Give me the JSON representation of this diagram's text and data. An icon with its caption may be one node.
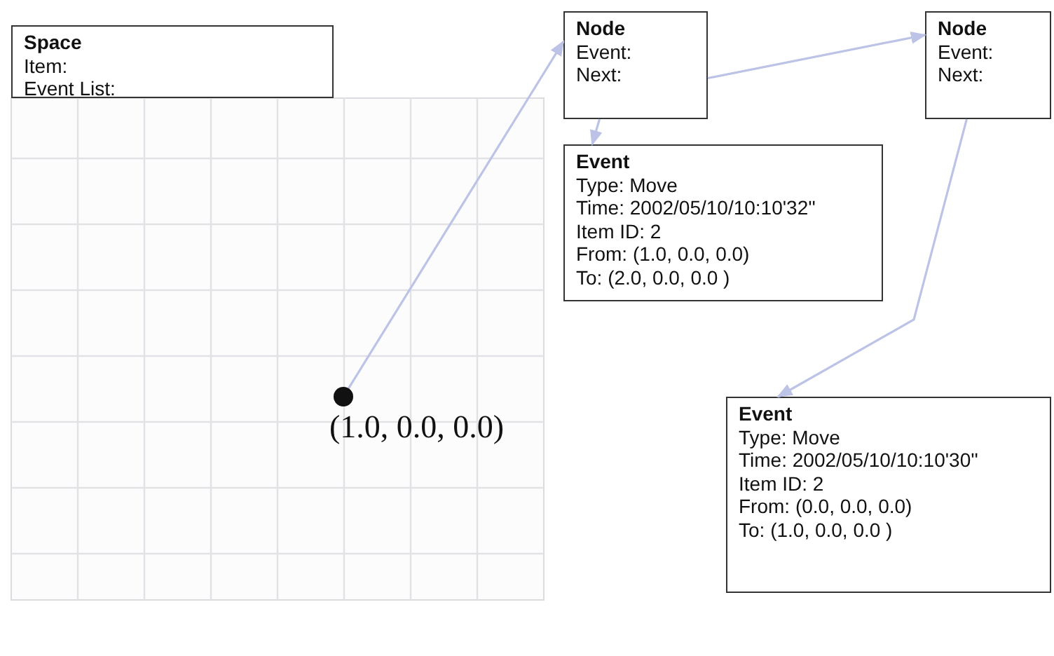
{
  "diagram": {
    "nodes": [
      {
        "text": [
          "Space",
          "Item:",
          "Event List:"
        ]
      },
      {
        "text": [],
        "shape": "circle",
        "beside": [
          "(1.0, 0.0, 0.0)"
        ]
      },
      {
        "text": [
          "Node",
          "Event:",
          "Next:"
        ]
      },
      {
        "text": [
          "Node",
          "Event:",
          "Next:"
        ]
      },
      {
        "text": [
          "Event",
          "Type: Move",
          "Time: 2002/05/10/10:10'32''",
          "Item ID: 2",
          "From: (1.0, 0.0, 0.0)",
          "To: (2.0, 0.0, 0.0 )"
        ]
      },
      {
        "text": [
          "Event",
          "Type: Move",
          "Time: 2002/05/10/10:10'30''",
          "Item ID: 2",
          "From: (0.0, 0.0, 0.0)",
          "To: (1.0, 0.0, 0.0 )"
        ]
      }
    ],
    "edges": [
      {
        "from": 1,
        "to": 2,
        "arrow": "to"
      },
      {
        "from": 2,
        "to": 3,
        "arrow": "to"
      },
      {
        "from": 2,
        "to": 4,
        "arrow": "to"
      },
      {
        "from": 3,
        "to": 5,
        "arrow": "to"
      }
    ]
  }
}
